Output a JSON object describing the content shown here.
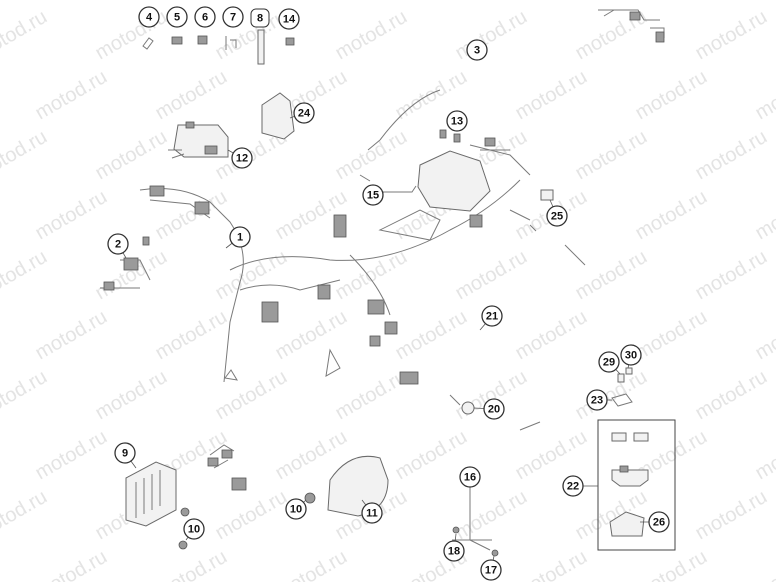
{
  "watermark": "motod.ru",
  "callouts": [
    {
      "id": "4",
      "label": "4"
    },
    {
      "id": "5",
      "label": "5"
    },
    {
      "id": "6",
      "label": "6"
    },
    {
      "id": "7",
      "label": "7"
    },
    {
      "id": "8",
      "label": "8"
    },
    {
      "id": "14",
      "label": "14"
    },
    {
      "id": "3",
      "label": "3"
    },
    {
      "id": "24",
      "label": "24"
    },
    {
      "id": "13",
      "label": "13"
    },
    {
      "id": "12",
      "label": "12"
    },
    {
      "id": "15",
      "label": "15"
    },
    {
      "id": "25",
      "label": "25"
    },
    {
      "id": "2",
      "label": "2"
    },
    {
      "id": "1",
      "label": "1"
    },
    {
      "id": "21",
      "label": "21"
    },
    {
      "id": "29",
      "label": "29"
    },
    {
      "id": "30",
      "label": "30"
    },
    {
      "id": "23",
      "label": "23"
    },
    {
      "id": "20",
      "label": "20"
    },
    {
      "id": "9",
      "label": "9"
    },
    {
      "id": "22",
      "label": "22"
    },
    {
      "id": "16",
      "label": "16"
    },
    {
      "id": "10a",
      "label": "10"
    },
    {
      "id": "11",
      "label": "11"
    },
    {
      "id": "26",
      "label": "26"
    },
    {
      "id": "10b",
      "label": "10"
    },
    {
      "id": "18",
      "label": "18"
    },
    {
      "id": "17",
      "label": "17"
    }
  ]
}
